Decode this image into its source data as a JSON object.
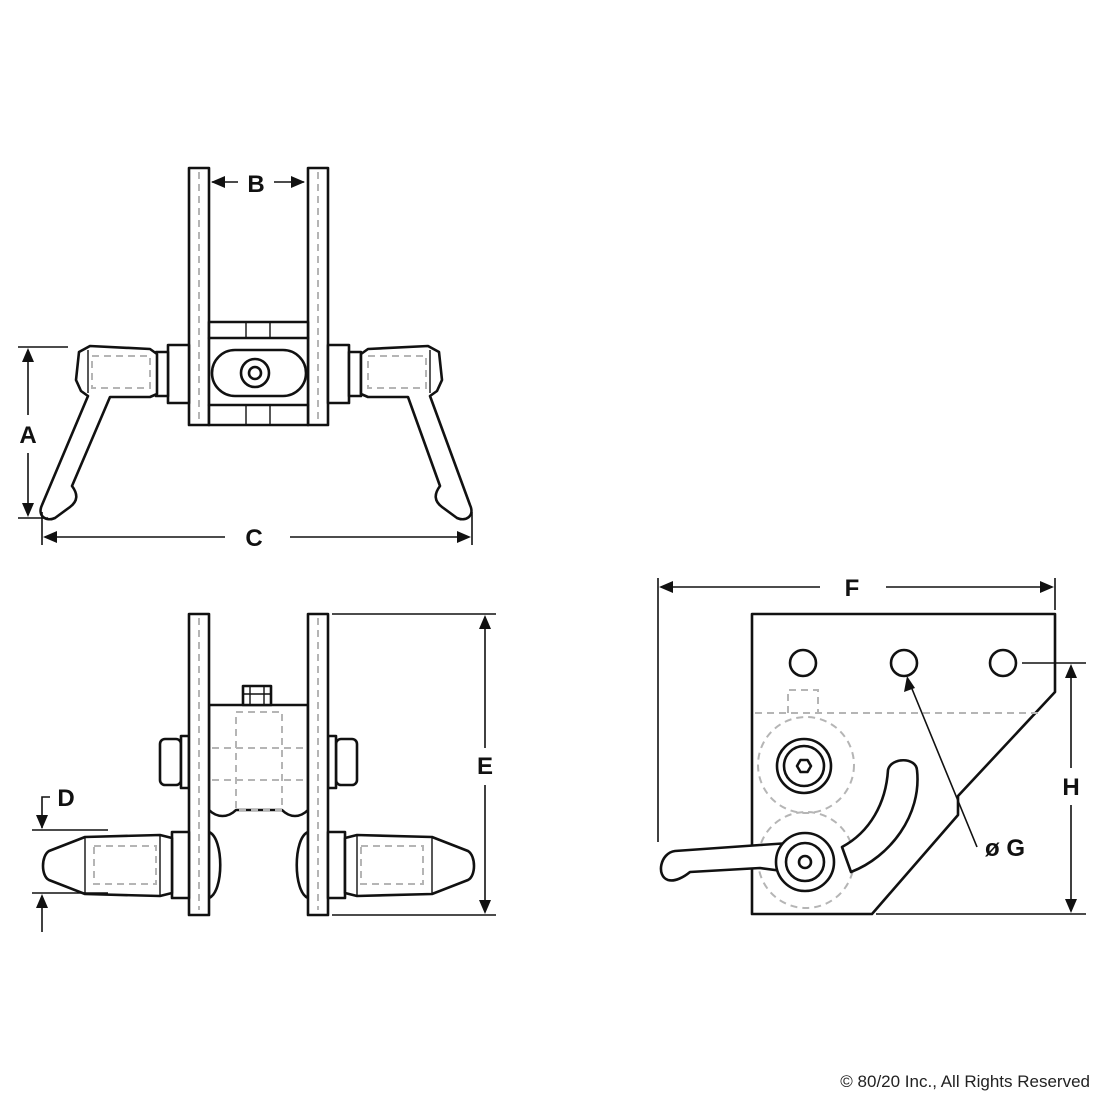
{
  "drawing": {
    "dimension_labels": {
      "a": "A",
      "b": "B",
      "c": "C",
      "d": "D",
      "e": "E",
      "f": "F",
      "g": "ø G",
      "h": "H"
    },
    "copyright": "© 80/20 Inc., All Rights Reserved"
  }
}
